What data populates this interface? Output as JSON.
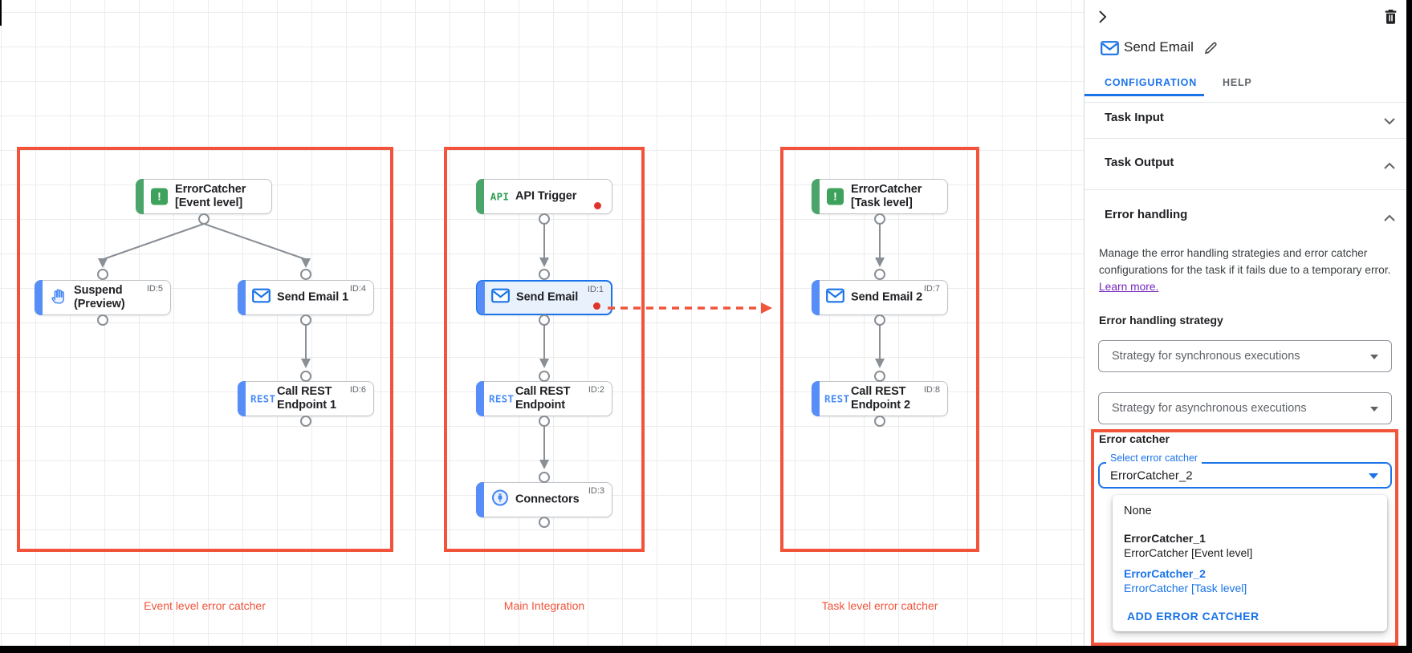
{
  "colors": {
    "accent_blue": "#1a73e8",
    "annotation_red": "#f1543b",
    "node_bar_blue": "#568df6",
    "node_bar_green": "#4ba56b",
    "selected_node_bg": "#e9f1fd",
    "error_dot_red": "#df342a"
  },
  "canvas": {
    "groups": [
      {
        "label": "Event level error catcher"
      },
      {
        "label": "Main Integration"
      },
      {
        "label": "Task level error catcher"
      }
    ],
    "nodes": [
      {
        "label": "ErrorCatcher [Event level]",
        "icon": "error-catcher-icon",
        "icon_glyph": "!"
      },
      {
        "label": "Suspend (Preview)",
        "id_badge": "ID:5",
        "icon": "hand-icon"
      },
      {
        "label": "Send Email 1",
        "id_badge": "ID:4",
        "icon": "email-icon"
      },
      {
        "label": "Call REST Endpoint 1",
        "id_badge": "ID:6",
        "icon": "rest-icon",
        "icon_glyph": "REST"
      },
      {
        "label": "API Trigger",
        "icon": "api-icon",
        "icon_glyph": "API"
      },
      {
        "label": "Send Email",
        "id_badge": "ID:1",
        "icon": "email-icon"
      },
      {
        "label": "Call REST Endpoint",
        "id_badge": "ID:2",
        "icon": "rest-icon",
        "icon_glyph": "REST"
      },
      {
        "label": "Connectors",
        "id_badge": "ID:3",
        "icon": "connectors-icon"
      },
      {
        "label": "ErrorCatcher [Task level]",
        "icon": "error-catcher-icon",
        "icon_glyph": "!"
      },
      {
        "label": "Send Email 2",
        "id_badge": "ID:7",
        "icon": "email-icon"
      },
      {
        "label": "Call REST Endpoint 2",
        "id_badge": "ID:8",
        "icon": "rest-icon",
        "icon_glyph": "REST"
      }
    ]
  },
  "panel": {
    "title": "Send Email",
    "tabs": [
      {
        "label": "CONFIGURATION"
      },
      {
        "label": "HELP"
      }
    ],
    "sections": [
      {
        "label": "Task Input"
      },
      {
        "label": "Task Output"
      },
      {
        "label": "Error handling"
      }
    ],
    "error_handling": {
      "description_line1": "Manage the error handling strategies and error catcher",
      "description_line2": "configurations for the task if it fails due to a temporary error.",
      "learn_more": "Learn more.",
      "strategy_label": "Error handling strategy",
      "sync_dropdown_value": "Strategy for synchronous executions",
      "async_dropdown_value": "Strategy for asynchronous executions",
      "error_catcher_label": "Error catcher",
      "select_label": "Select error catcher",
      "select_value": "ErrorCatcher_2",
      "menu": {
        "none_option": "None",
        "option1_title": "ErrorCatcher_1",
        "option1_subtitle": "ErrorCatcher [Event level]",
        "option2_title": "ErrorCatcher_2",
        "option2_subtitle": "ErrorCatcher [Task level]",
        "add_button": "ADD ERROR CATCHER"
      }
    }
  }
}
